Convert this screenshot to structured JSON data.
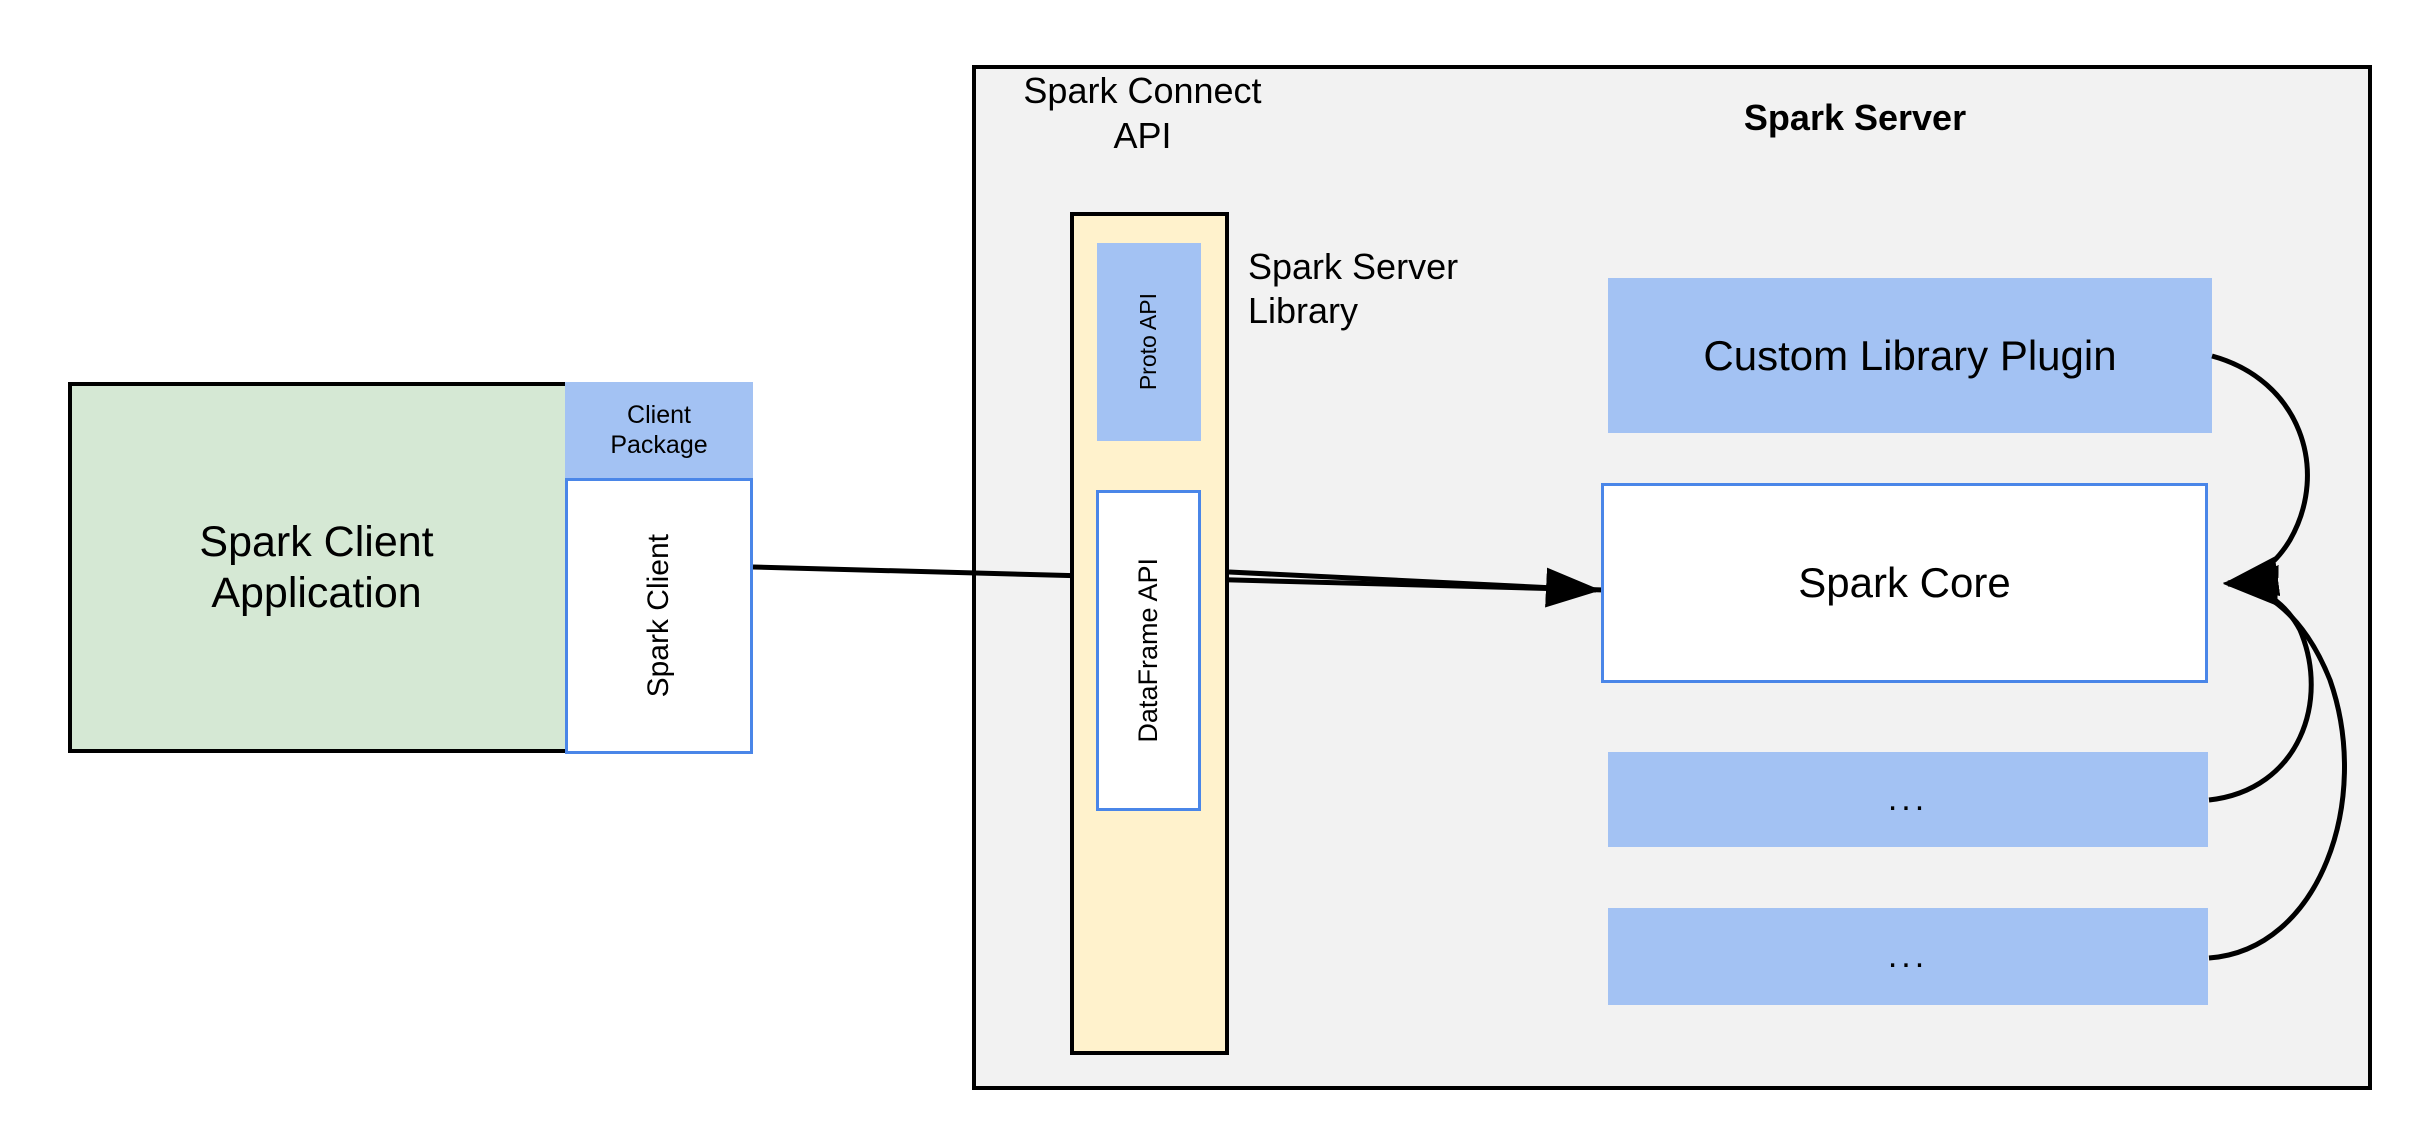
{
  "diagram": {
    "title_client_application": "Spark Client\nApplication",
    "colors": {
      "green_fill": "#D5E8D4",
      "blue_fill": "#A3C2F3",
      "blue_border": "#4A86E8",
      "yellow_fill": "#FFF2CC",
      "panel_fill": "#F2F2F2",
      "stroke": "#000000",
      "canvas": "#FFFFFF"
    }
  },
  "client": {
    "application_label_line1": "Spark Client",
    "application_label_line2": "Application",
    "package_label_line1": "Client",
    "package_label_line2": "Package",
    "spark_client_label": "Spark Client"
  },
  "server_panel": {
    "connect_api_title_line1": "Spark Connect",
    "connect_api_title_line2": "API",
    "server_title": "Spark Server",
    "server_library_title_line1": "Spark Server",
    "server_library_title_line2": "Library",
    "connect_column": {
      "proto_api_label": "Proto API",
      "dataframe_api_label": "DataFrame API"
    },
    "components": [
      {
        "label": "Custom Library Plugin"
      },
      {
        "label": "Spark Core"
      },
      {
        "label": "..."
      },
      {
        "label": "..."
      }
    ]
  }
}
